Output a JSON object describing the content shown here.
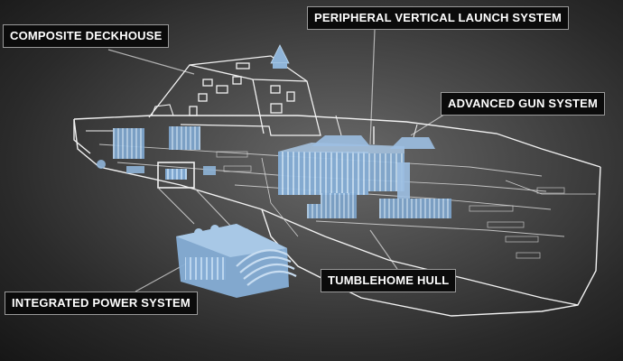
{
  "labels": {
    "composite_deckhouse": "COMPOSITE DECKHOUSE",
    "peripheral_vls": "PERIPHERAL VERTICAL LAUNCH SYSTEM",
    "advanced_gun_system": "ADVANCED GUN SYSTEM",
    "tumblehome_hull": "TUMBLEHOME HULL",
    "integrated_power_system": "INTEGRATED POWER SYSTEM"
  },
  "colors": {
    "outline": "#f2f2f2",
    "component_blue": "#8fb4d8",
    "leader_line": "#c8c8c8",
    "label_bg": "#0b0b0b",
    "label_text": "#ffffff"
  }
}
